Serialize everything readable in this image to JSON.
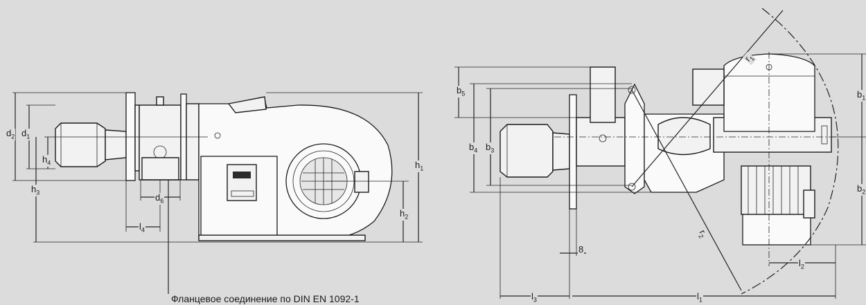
{
  "caption": "Фланцевое соединение по DIN EN 1092-1",
  "left_view": {
    "labels": {
      "d2": "d",
      "d2_sub": "2",
      "d1": "d",
      "d1_sub": "1",
      "h4": "h",
      "h4_sub": "4",
      "h3": "h",
      "h3_sub": "3",
      "d6": "d",
      "d6_sub": "6",
      "l4": "l",
      "l4_sub": "4",
      "h1": "h",
      "h1_sub": "1",
      "h2": "h",
      "h2_sub": "2"
    }
  },
  "right_view": {
    "labels": {
      "b5": "b",
      "b5_sub": "5",
      "b4": "b",
      "b4_sub": "4",
      "b3": "b",
      "b3_sub": "3",
      "r1": "r",
      "r1_sub": "1",
      "r2": "r",
      "r2_sub": "2",
      "b1": "b",
      "b1_sub": "1",
      "b2": "b",
      "b2_sub": "2",
      "eight": "8",
      "l3": "l",
      "l3_sub": "3",
      "l1": "l",
      "l1_sub": "1",
      "l2": "l",
      "l2_sub": "2"
    }
  }
}
